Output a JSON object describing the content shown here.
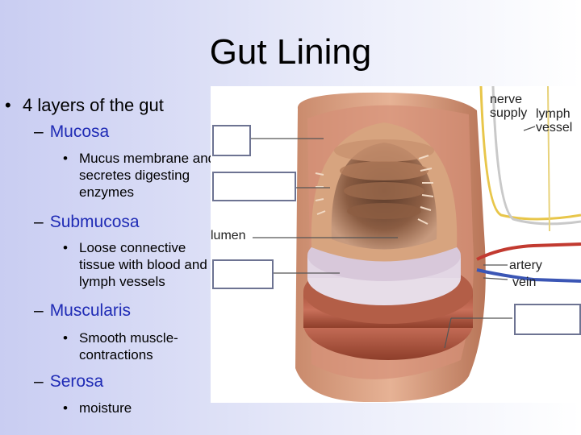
{
  "slide": {
    "title": "Gut Lining",
    "bullet": "4 layers of the gut",
    "bullet_symbol": "•",
    "dash_symbol": "–",
    "layers": [
      {
        "name": "Mucosa",
        "desc": "Mucus membrane and secretes digesting enzymes"
      },
      {
        "name": "Submucosa",
        "desc": "Loose connective tissue with blood and lymph vessels"
      },
      {
        "name": "Muscularis",
        "desc": "Smooth muscle-contractions"
      },
      {
        "name": "Serosa",
        "desc": "moisture"
      }
    ]
  },
  "diagram": {
    "labels": {
      "nerve_supply_1": "nerve",
      "nerve_supply_2": "supply",
      "lymph_vessel_1": "lymph",
      "lymph_vessel_2": "vessel",
      "lumen": "lumen",
      "artery": "artery",
      "vein": "vein"
    }
  },
  "colors": {
    "layer_name": "#1f2bb5",
    "label_box_border": "#6d7392"
  }
}
